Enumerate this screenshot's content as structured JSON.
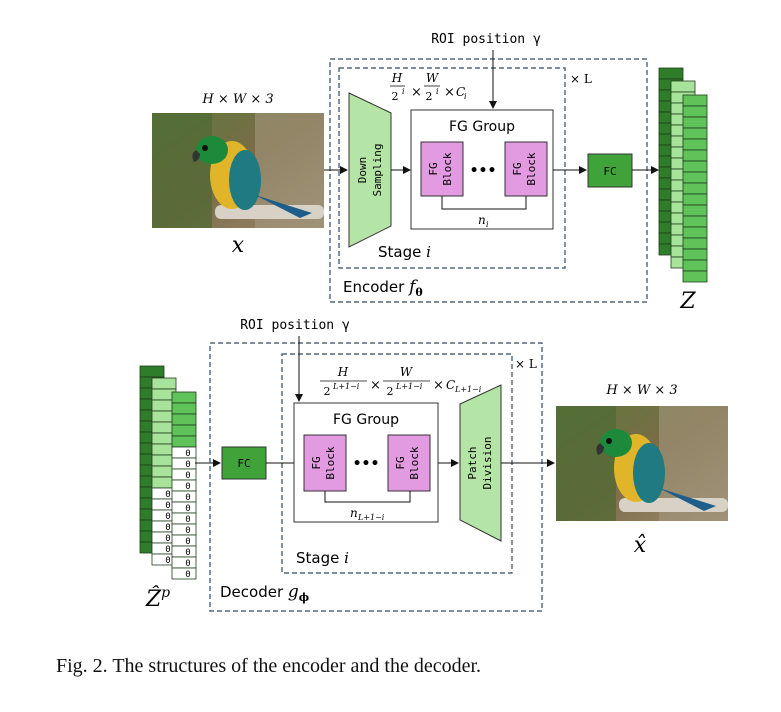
{
  "colors": {
    "dashed_border": "#2f4a6b",
    "trapezoid": "#b5e5a6",
    "fc_box": "#3fa33a",
    "fg_block": "#e29ae0",
    "latent_dark": "#2f7d2a",
    "latent_mid": "#5fc35a",
    "latent_light": "#a8e39b"
  },
  "encoder": {
    "input_dims": "H  × W  × 3",
    "input_symbol": "x",
    "roi_label": "ROI position γ",
    "feature_dims_num_h": "H",
    "feature_dims_den_h": "2",
    "feature_dims_exp": "i",
    "feature_dims_num_w": "W",
    "feature_dims_den_w": "2",
    "feature_dims_c": "C",
    "feature_dims_c_sub": "i",
    "times": "×",
    "repeat_label": "× L",
    "downsampling_line1": "Down",
    "downsampling_line2": "Sampling",
    "fg_group_title": "FG Group",
    "fg_block_line1": "FG",
    "fg_block_line2": "Block",
    "ellipsis": "•••",
    "n_label": "n",
    "n_sub": "i",
    "stage_label": "Stage ",
    "stage_var": "i",
    "fc_label": "FC",
    "encoder_label": "Encoder ",
    "encoder_func": "f",
    "encoder_sub": "θ",
    "output_symbol": "Z"
  },
  "decoder": {
    "roi_label": "ROI position γ",
    "feature_dims_num_h": "H",
    "feature_dims_den_h": "2",
    "feature_dims_exp_h": "L+1−i",
    "feature_dims_num_w": "W",
    "feature_dims_den_w": "2",
    "feature_dims_exp_w": "L+1−i",
    "feature_dims_c": "C",
    "feature_dims_c_sub": "L+1−i",
    "times": "×",
    "repeat_label": "× L",
    "fc_label": "FC",
    "fg_group_title": "FG Group",
    "fg_block_line1": "FG",
    "fg_block_line2": "Block",
    "ellipsis": "•••",
    "n_label": "n",
    "n_sub": "L+1−i",
    "patch_line1": "Patch",
    "patch_line2": "Division",
    "stage_label": "Stage ",
    "stage_var": "i",
    "decoder_label": "Decoder ",
    "decoder_func": "g",
    "decoder_sub": "ϕ",
    "input_symbol": "Ẑ",
    "input_sup": "p",
    "zero": "0",
    "output_dims": "H  × W  × 3",
    "output_symbol": "x̂"
  },
  "caption": "Fig. 2.  The structures of the encoder and the decoder."
}
